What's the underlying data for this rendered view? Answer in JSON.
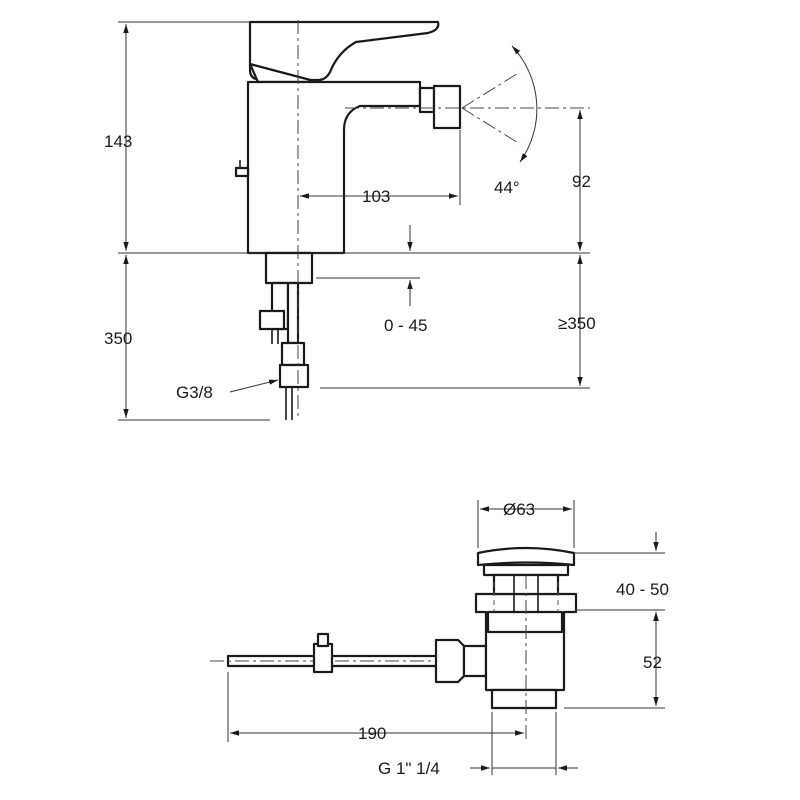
{
  "faucet": {
    "dims": {
      "height": "143",
      "below_deck": "350",
      "spout_reach": "103",
      "outlet_height": "92",
      "angle": "44°",
      "deck_thickness": "0 - 45",
      "clearance": "≥350",
      "connection": "G3/8"
    }
  },
  "waste": {
    "dims": {
      "diameter": "Ø63",
      "plug_height": "40 - 50",
      "body_height": "52",
      "rod_length": "190",
      "thread": "G 1\" 1/4"
    }
  }
}
